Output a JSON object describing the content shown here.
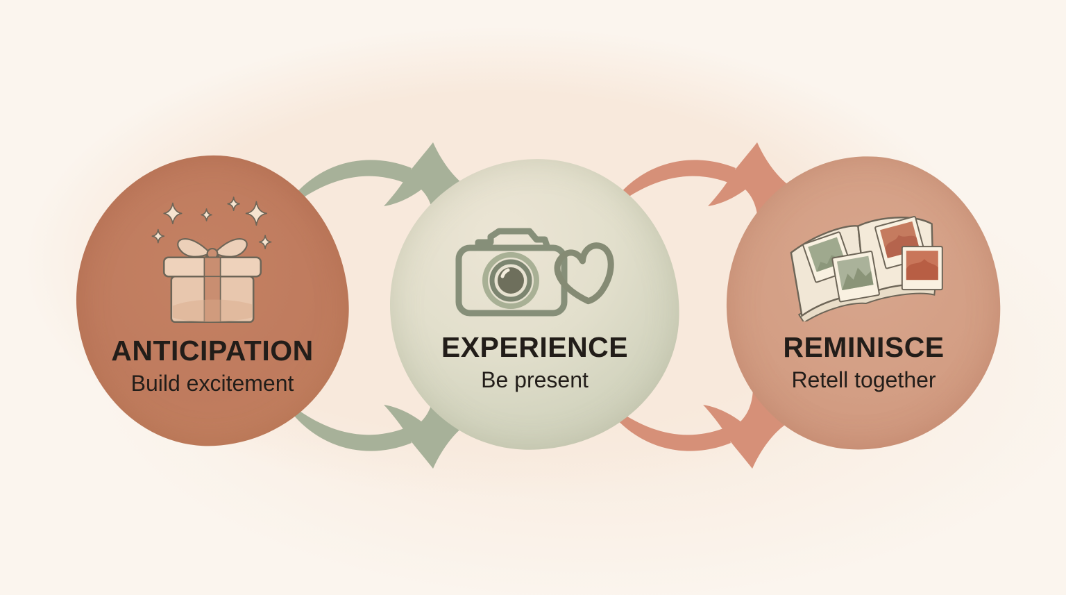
{
  "diagram": {
    "type": "three-stage watercolor cycle",
    "background": {
      "base": "#fbf5ee",
      "wash": "#f8e9dc"
    },
    "text_color": "#221d19",
    "stages": [
      {
        "title": "ANTICIPATION",
        "subtitle": "Build excitement",
        "icon": "gift-sparkles-icon",
        "circle_color": "#bf7b5e"
      },
      {
        "title": "EXPERIENCE",
        "subtitle": "Be present",
        "icon": "camera-heart-icon",
        "circle_color": "#d5d6c2"
      },
      {
        "title": "REMINISCE",
        "subtitle": "Retell together",
        "icon": "photo-album-icon",
        "circle_color": "#d29b82"
      }
    ],
    "arrows": [
      {
        "from": "ANTICIPATION",
        "to": "EXPERIENCE",
        "position": "top",
        "color": "#a7b199"
      },
      {
        "from": "ANTICIPATION",
        "to": "EXPERIENCE",
        "position": "bottom",
        "color": "#a7b199"
      },
      {
        "from": "EXPERIENCE",
        "to": "REMINISCE",
        "position": "top",
        "color": "#d69078"
      },
      {
        "from": "EXPERIENCE",
        "to": "REMINISCE",
        "position": "bottom",
        "color": "#d69078"
      }
    ]
  }
}
